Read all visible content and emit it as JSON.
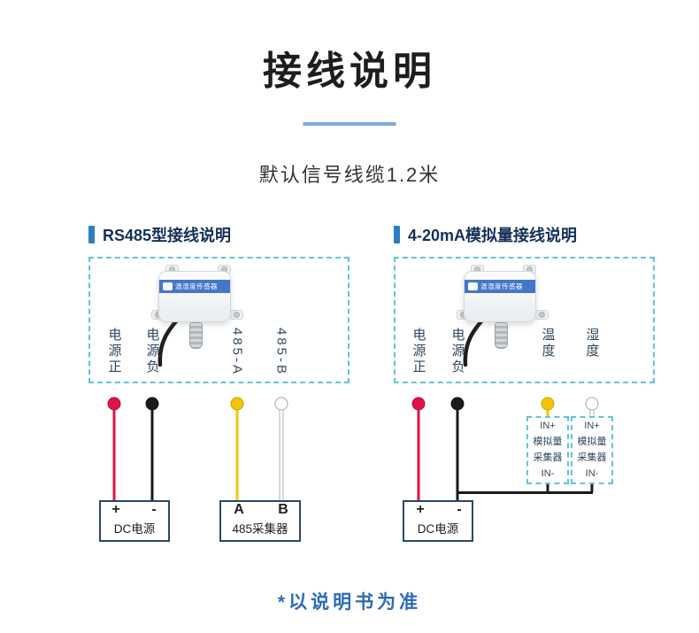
{
  "page": {
    "title": "接线说明",
    "subtitle": "默认信号线缆1.2米",
    "footnote": "*以说明书为准"
  },
  "sensor": {
    "label": "温湿度传感器"
  },
  "colors": {
    "title_underline": "#7fabd8",
    "section_bullet": "#2a7ec2",
    "dashed_border": "#63c3dc",
    "heading_text": "#14305a",
    "footnote_text": "#2b6cb8",
    "sensor_band": "#4577c9",
    "wire_red": "#dd1448",
    "wire_black": "#1a1a1a",
    "wire_yellow": "#f6c500",
    "wire_white": "#ffffff"
  },
  "sections": [
    {
      "heading": "RS485型接线说明",
      "terminals": [
        {
          "label": "电源正",
          "wire_color": "#dd1448"
        },
        {
          "label": "电源负",
          "wire_color": "#1a1a1a"
        },
        {
          "label": "485-A",
          "wire_color": "#f6c500"
        },
        {
          "label": "485-B",
          "wire_color": "#ffffff"
        }
      ],
      "dc_power": {
        "name": "DC电源",
        "pins": [
          "+",
          "-"
        ]
      },
      "collector": {
        "name": "485采集器",
        "pins": [
          "A",
          "B"
        ]
      }
    },
    {
      "heading": "4-20mA模拟量接线说明",
      "terminals": [
        {
          "label": "电源正",
          "wire_color": "#dd1448"
        },
        {
          "label": "电源负",
          "wire_color": "#1a1a1a"
        },
        {
          "label": "温度",
          "wire_color": "#f6c500"
        },
        {
          "label": "湿度",
          "wire_color": "#ffffff"
        }
      ],
      "dc_power": {
        "name": "DC电源",
        "pins": [
          "+",
          "-"
        ]
      },
      "analog_collectors": [
        {
          "pin_top": "IN+",
          "name_line1": "模拟量",
          "name_line2": "采集器",
          "pin_bottom": "IN-"
        },
        {
          "pin_top": "IN+",
          "name_line1": "模拟量",
          "name_line2": "采集器",
          "pin_bottom": "IN-"
        }
      ]
    }
  ]
}
